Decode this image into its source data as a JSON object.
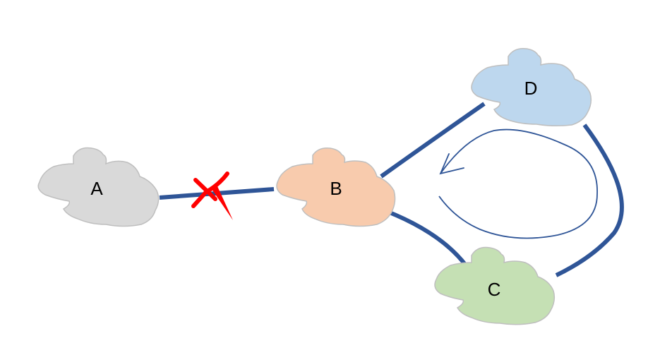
{
  "diagram": {
    "nodes": [
      {
        "id": "A",
        "label": "A",
        "fill": "#d9d9d9",
        "stroke": "#bfbfbf"
      },
      {
        "id": "B",
        "label": "B",
        "fill": "#f8cbad",
        "stroke": "#bfbfbf"
      },
      {
        "id": "C",
        "label": "C",
        "fill": "#c5e0b4",
        "stroke": "#bfbfbf"
      },
      {
        "id": "D",
        "label": "D",
        "fill": "#bdd7ee",
        "stroke": "#bfbfbf"
      }
    ],
    "links": [
      {
        "from": "A",
        "to": "B",
        "marker": "crossed_out"
      },
      {
        "from": "B",
        "to": "D"
      },
      {
        "from": "B",
        "to": "C"
      },
      {
        "from": "D",
        "to": "C"
      }
    ],
    "annotations": [
      {
        "type": "loop-arrow",
        "direction": "counterclockwise",
        "meaning": "cycle among B, C, D"
      }
    ],
    "colors": {
      "link": "#2f5597",
      "cross_mark": "#ff0000",
      "background": "#ffffff"
    }
  }
}
